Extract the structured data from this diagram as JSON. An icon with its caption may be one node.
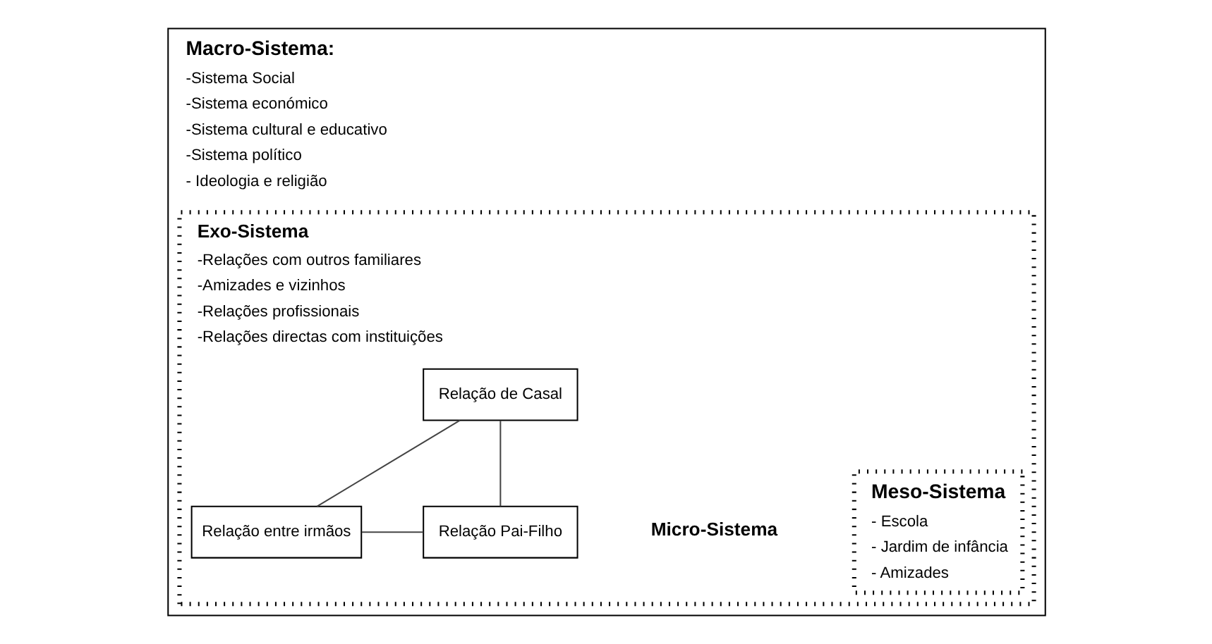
{
  "diagram": {
    "nodes": [
      {
        "text": [
          "Macro-Sistema:",
          "-Sistema Social",
          "-Sistema económico",
          "-Sistema cultural e educativo",
          "-Sistema político",
          "- Ideologia e religião"
        ]
      },
      {
        "text": [
          "Exo-Sistema",
          "-Relações com outros familiares",
          "-Amizades e vizinhos",
          "-Relações profissionais",
          "-Relações directas com instituições"
        ],
        "in": 0
      },
      {
        "text": [
          "Meso-Sistema",
          "- Escola",
          "- Jardim de infância",
          "- Amizades"
        ],
        "in": 1
      },
      {
        "text": [
          "Relação de Casal"
        ],
        "in": 1
      },
      {
        "text": [
          "Relação entre irmãos"
        ],
        "in": 1
      },
      {
        "text": [
          "Relação Pai-Filho"
        ],
        "in": 1
      }
    ],
    "edges": [
      {
        "from": 3,
        "to": 4,
        "arrow": "none"
      },
      {
        "from": 3,
        "to": 5,
        "arrow": "none"
      },
      {
        "from": 4,
        "to": 5,
        "arrow": "none"
      }
    ],
    "labels": [
      "Micro-Sistema"
    ]
  }
}
